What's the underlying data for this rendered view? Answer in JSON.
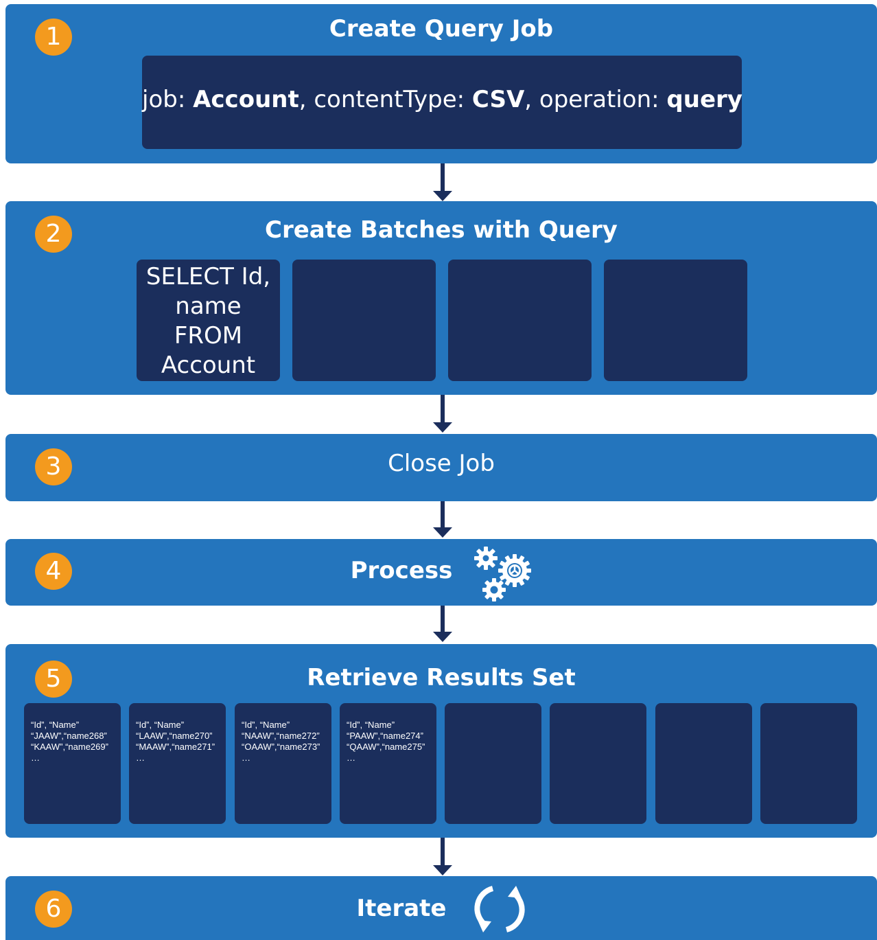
{
  "steps": [
    {
      "number": "1",
      "title": "Create Query Job"
    },
    {
      "number": "2",
      "title": "Create Batches with Query"
    },
    {
      "number": "3",
      "title": "Close Job"
    },
    {
      "number": "4",
      "title": "Process"
    },
    {
      "number": "5",
      "title": "Retrieve Results Set"
    },
    {
      "number": "6",
      "title": "Iterate"
    }
  ],
  "job_spec": {
    "job_label": "job: ",
    "job_value": "Account",
    "content_type_label": ", contentType: ",
    "content_type_value": "CSV",
    "operation_label": ", operation: ",
    "operation_value": "query"
  },
  "batch_query": [
    "SELECT Id,",
    "name",
    "FROM",
    "Account"
  ],
  "results": [
    [
      "“Id”, “Name”",
      "“JAAW”,“name268”",
      "“KAAW”,“name269”",
      "…"
    ],
    [
      "“Id”, “Name”",
      "“LAAW”,“name270”",
      "“MAAW”,“name271”",
      "…"
    ],
    [
      "“Id”, “Name”",
      "“NAAW”,“name272”",
      "“OAAW”,“name273”",
      "…"
    ],
    [
      "“Id”, “Name”",
      "“PAAW”,“name274”",
      "“QAAW”,“name275”",
      "…"
    ]
  ],
  "icons": {
    "process": "gears-icon",
    "iterate": "refresh-icon"
  },
  "colors": {
    "step_bg": "#2475bd",
    "card_bg": "#1b2e5c",
    "badge": "#f39a1e"
  }
}
